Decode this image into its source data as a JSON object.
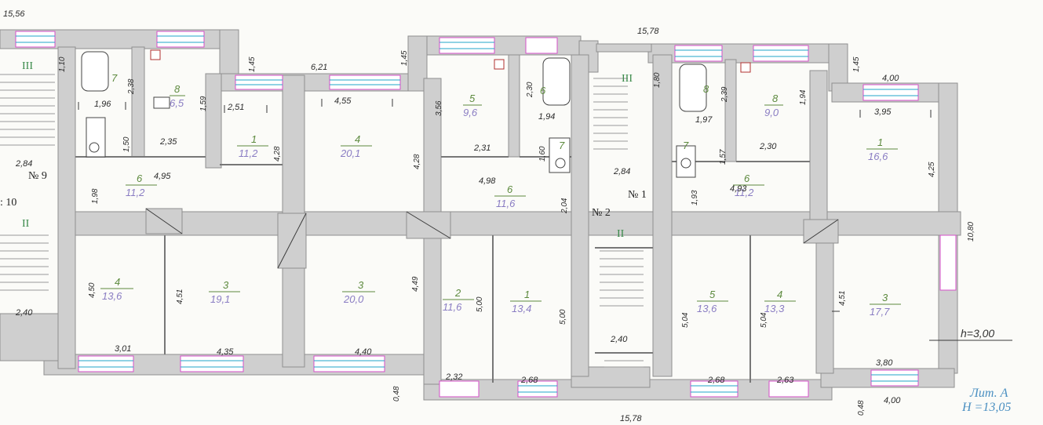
{
  "top_dims": [
    "15,56",
    "15,78",
    "6,21",
    "4,00"
  ],
  "bottom_dims": [
    "15,78",
    "4,00",
    "0,48",
    "0,48"
  ],
  "stairs": {
    "left": "III",
    "left_lower": "II",
    "mid_top": "III",
    "mid_lower": "II",
    "left_top_num": ": 10"
  },
  "apartments": {
    "a9": "№ 9",
    "a2": "№ 2",
    "a1": "№ 1"
  },
  "rooms": [
    {
      "id": "r7a",
      "num": "7",
      "area": ""
    },
    {
      "id": "r8a",
      "num": "8",
      "area": "6,5"
    },
    {
      "id": "r6a",
      "num": "6",
      "area": "11,2"
    },
    {
      "id": "r1a",
      "num": "1",
      "area": "11,2"
    },
    {
      "id": "r4a",
      "num": "4",
      "area": "20,1"
    },
    {
      "id": "r5b",
      "num": "5",
      "area": "9,6"
    },
    {
      "id": "r6b",
      "num": "6",
      "area": ""
    },
    {
      "id": "r7b",
      "num": "7",
      "area": ""
    },
    {
      "id": "r6b2",
      "num": "6",
      "area": "11,6"
    },
    {
      "id": "r8c",
      "num": "8",
      "area": ""
    },
    {
      "id": "r8c2",
      "num": "8",
      "area": "9,0"
    },
    {
      "id": "r7c",
      "num": "7",
      "area": ""
    },
    {
      "id": "r6c",
      "num": "6",
      "area": "11,2"
    },
    {
      "id": "r1c",
      "num": "1",
      "area": "16,6"
    },
    {
      "id": "r4d",
      "num": "4",
      "area": "13,6"
    },
    {
      "id": "r3d",
      "num": "3",
      "area": "19,1"
    },
    {
      "id": "r3e",
      "num": "3",
      "area": "20,0"
    },
    {
      "id": "r2f",
      "num": "2",
      "area": "11,6"
    },
    {
      "id": "r1f",
      "num": "1",
      "area": "13,4"
    },
    {
      "id": "r5g",
      "num": "5",
      "area": "13,6"
    },
    {
      "id": "r4g",
      "num": "4",
      "area": "13,3"
    },
    {
      "id": "r3g",
      "num": "3",
      "area": "17,7"
    }
  ],
  "dims": {
    "d1": "1,96",
    "d2": "2,38",
    "d3": "1,59",
    "d4": "2,35",
    "d5": "4,95",
    "d6": "2,84",
    "d7": "1,98",
    "d8": "2,51",
    "d9": "4,28",
    "d10": "4,55",
    "d11": "4,28",
    "d12": "3,56",
    "d13": "2,30",
    "d14": "1,94",
    "d15": "2,31",
    "d16": "1,60",
    "d17": "4,98",
    "d18": "2,04",
    "d19": "1,80",
    "d20": "2,84",
    "d21": "1,97",
    "d22": "2,39",
    "d23": "1,94",
    "d24": "1,57",
    "d25": "2,30",
    "d26": "4,93",
    "d27": "1,93",
    "d28": "3,95",
    "d29": "4,25",
    "d30": "10,80",
    "d31": "1,10",
    "d32": "1,45",
    "d33": "1,45",
    "d34": "1,45",
    "d35": "4,50",
    "d36": "4,51",
    "d37": "4,49",
    "d38": "5,00",
    "d39": "5,00",
    "d40": "5,04",
    "d41": "5,04",
    "d42": "4,51",
    "d43": "2,40",
    "d44": "3,01",
    "d45": "4,35",
    "d46": "4,40",
    "d47": "2,32",
    "d48": "2,68",
    "d49": "2,40",
    "d50": "2,68",
    "d51": "2,63",
    "d52": "3,80",
    "d53": "1,50"
  },
  "height_label": "h=3,00",
  "stamp": {
    "line1": "Лит. А",
    "line2": "Н =13,05"
  }
}
